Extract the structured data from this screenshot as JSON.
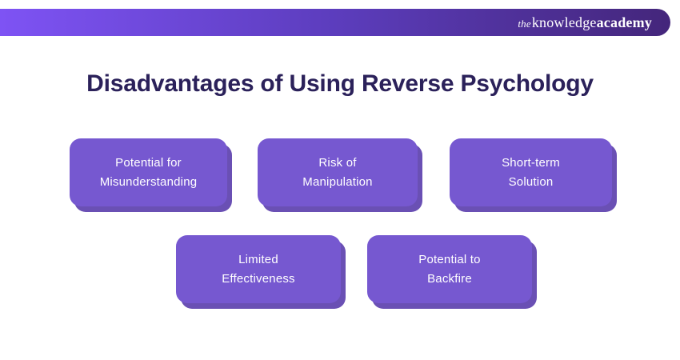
{
  "header": {
    "logo": {
      "the": "the",
      "knowledge": "knowledge",
      "academy": "academy"
    },
    "gradient_left_color": "#7e53f4",
    "gradient_right_color": "#44267b"
  },
  "title": {
    "text": "Disadvantages of Using Reverse Psychology",
    "color": "#2b215a"
  },
  "cards": [
    {
      "line1": "Potential for",
      "line2": "Misunderstanding"
    },
    {
      "line1": "Risk of",
      "line2": "Manipulation"
    },
    {
      "line1": "Short-term",
      "line2": "Solution"
    },
    {
      "line1": "Limited",
      "line2": "Effectiveness"
    },
    {
      "line1": "Potential to",
      "line2": "Backfire"
    }
  ],
  "colors": {
    "card_fill": "#7658d0",
    "card_shadow": "#6a50b4",
    "card_text": "#ffffff",
    "background": "#ffffff"
  }
}
